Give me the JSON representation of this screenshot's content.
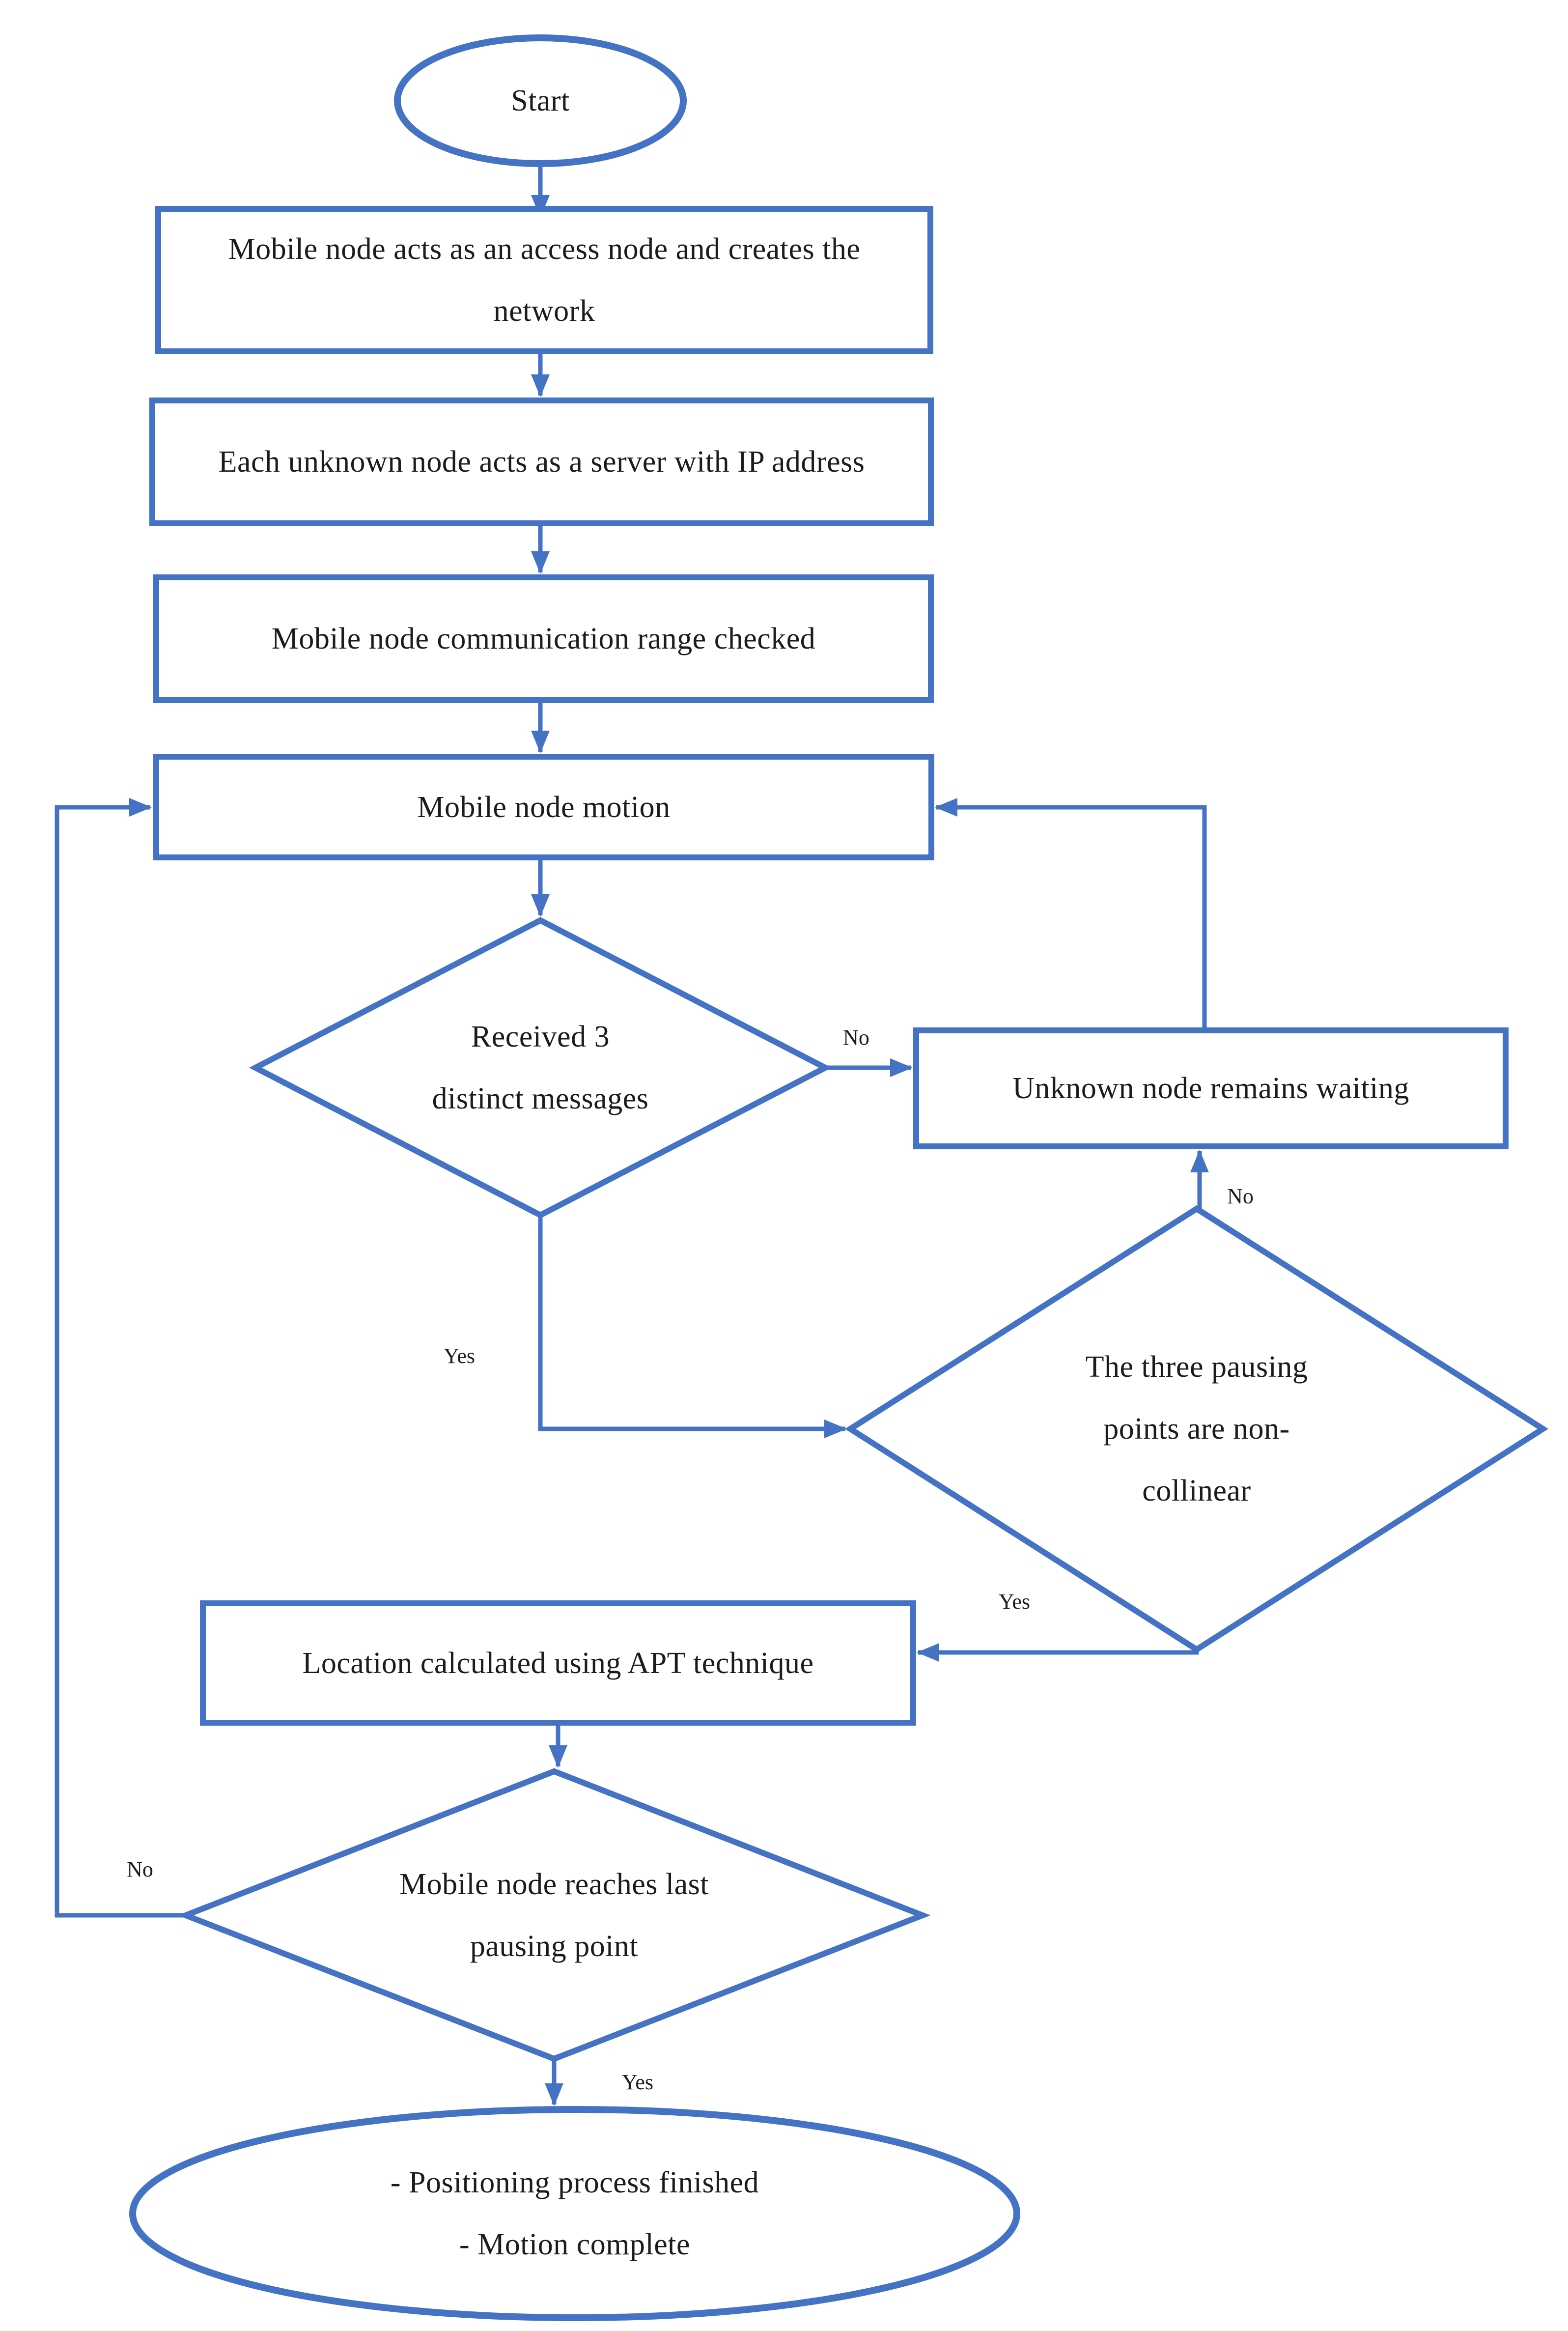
{
  "colors": {
    "accent": "#4472C4",
    "text": "#1c1c1c",
    "background": "#ffffff"
  },
  "nodes": {
    "start": {
      "label": "Start"
    },
    "create_network": {
      "line1": "Mobile node acts as an access node and creates the",
      "line2": "network"
    },
    "server_ip": {
      "label": "Each unknown node acts as a server with IP address"
    },
    "range_check": {
      "label": "Mobile node communication range checked"
    },
    "motion": {
      "label": "Mobile node motion"
    },
    "received": {
      "line1": "Received 3",
      "line2": "distinct messages"
    },
    "waiting": {
      "label": "Unknown node remains waiting"
    },
    "collinear": {
      "line1": "The three pausing",
      "line2": "points are non-",
      "line3": "collinear"
    },
    "apt": {
      "label": "Location calculated using APT technique"
    },
    "last_point": {
      "line1": "Mobile node reaches last",
      "line2": "pausing point"
    },
    "finish": {
      "line1": "- Positioning process finished",
      "line2": "- Motion complete"
    }
  },
  "edge_labels": {
    "received_no": "No",
    "received_yes": "Yes",
    "collinear_no": "No",
    "collinear_yes": "Yes",
    "last_point_no": "No",
    "last_point_yes": "Yes"
  }
}
